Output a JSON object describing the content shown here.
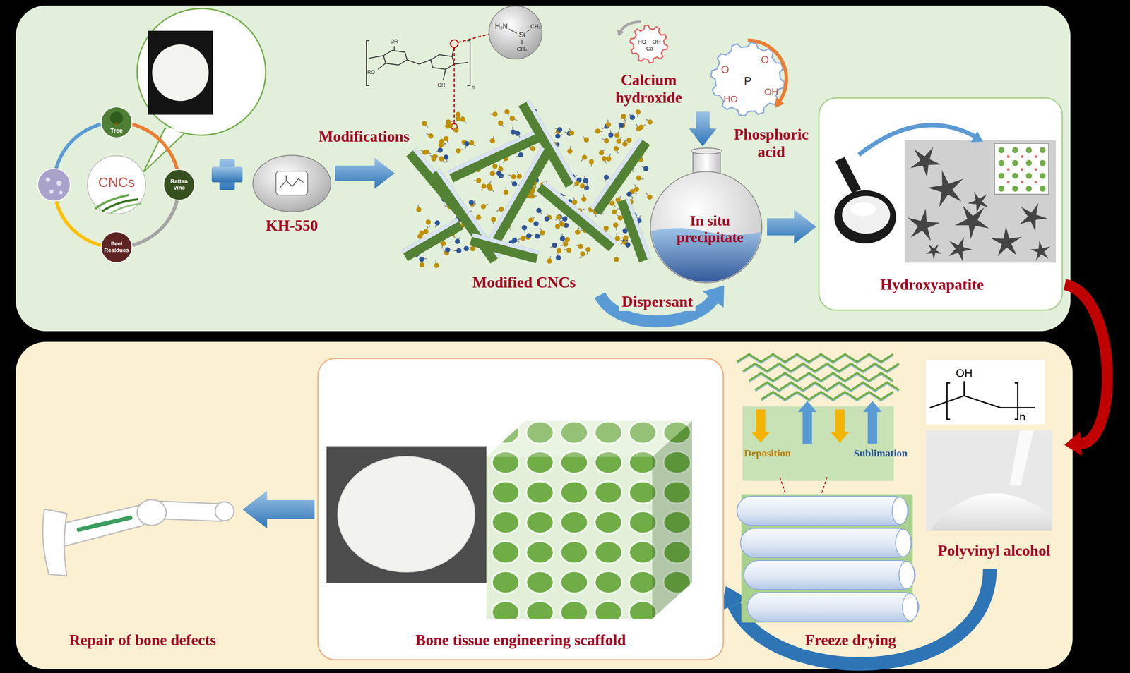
{
  "diagram": {
    "nodes": [
      {
        "text": [
          "CNCs"
        ]
      },
      {
        "text": [
          "Tree"
        ]
      },
      {
        "text": [
          "Rattan Vine"
        ]
      },
      {
        "text": [
          "Peel Residues"
        ]
      },
      {
        "text": [
          "KH-550"
        ]
      },
      {
        "text": [
          "Calcium hydroxide"
        ]
      },
      {
        "text": [
          "Phosphoric acid"
        ]
      },
      {
        "text": [
          "Modified CNCs"
        ]
      },
      {
        "text": [
          "In situ precipitate"
        ]
      },
      {
        "text": [
          "Hydroxyapatite"
        ]
      },
      {
        "text": [
          "Polyvinyl alcohol"
        ]
      },
      {
        "text": [
          "Deposition",
          "Sublimation",
          "Freeze drying"
        ]
      },
      {
        "text": [
          "Bone tissue engineering scaffold"
        ]
      },
      {
        "text": [
          "Repair of bone defects"
        ]
      }
    ],
    "edges": [
      {
        "from": 4,
        "to": 7,
        "arrow": "to",
        "label": "Modifications"
      },
      {
        "from": 5,
        "to": 8,
        "arrow": "to"
      },
      {
        "from": 7,
        "to": 8,
        "arrow": "to",
        "label": "Dispersant"
      },
      {
        "from": 8,
        "to": 9,
        "arrow": "to"
      },
      {
        "from": 9,
        "to": 10,
        "arrow": "to"
      },
      {
        "from": 10,
        "to": 12,
        "arrow": "to"
      },
      {
        "from": 12,
        "to": 13,
        "arrow": "to"
      }
    ],
    "labels": [
      "H₂N",
      "Si",
      "CH₃",
      "CH₃",
      "HO",
      "Ca",
      "OH",
      "O",
      "O",
      "P",
      "OH",
      "HO",
      "OH",
      "n",
      "OR",
      "RO",
      "OR",
      "n"
    ]
  }
}
